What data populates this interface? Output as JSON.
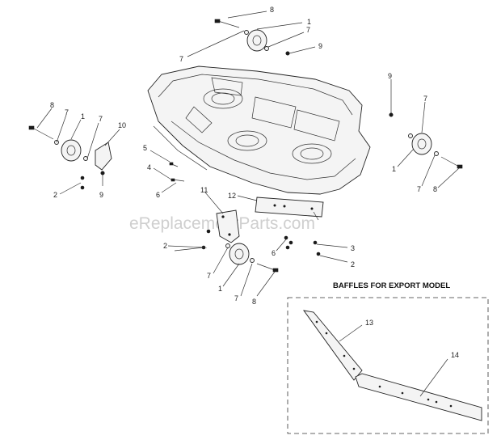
{
  "watermark": "eReplacementParts.com",
  "export_box": {
    "title": "BAFFLES FOR EXPORT MODEL"
  },
  "callouts": {
    "c8_top": "8",
    "c1_top": "1",
    "c7_top_r": "7",
    "c9_top": "9",
    "c7_top_l": "7",
    "c8_left": "8",
    "c7_left": "7",
    "c1_left": "1",
    "c7_left2": "7",
    "c10": "10",
    "c5": "5",
    "c4": "4",
    "c6_left": "6",
    "c2_left": "2",
    "c9_left": "9",
    "c9_right": "9",
    "c7_right": "7",
    "c1_right": "1",
    "c7_right2": "7",
    "c8_right": "8",
    "c11": "11",
    "c12": "12",
    "c2_mid": "2",
    "c6_mid": "6",
    "c3": "3",
    "c2_right": "2",
    "c7_bottom": "7",
    "c1_bottom": "1",
    "c7_bottom2": "7",
    "c8_bottom": "8",
    "c13": "13",
    "c14": "14"
  }
}
